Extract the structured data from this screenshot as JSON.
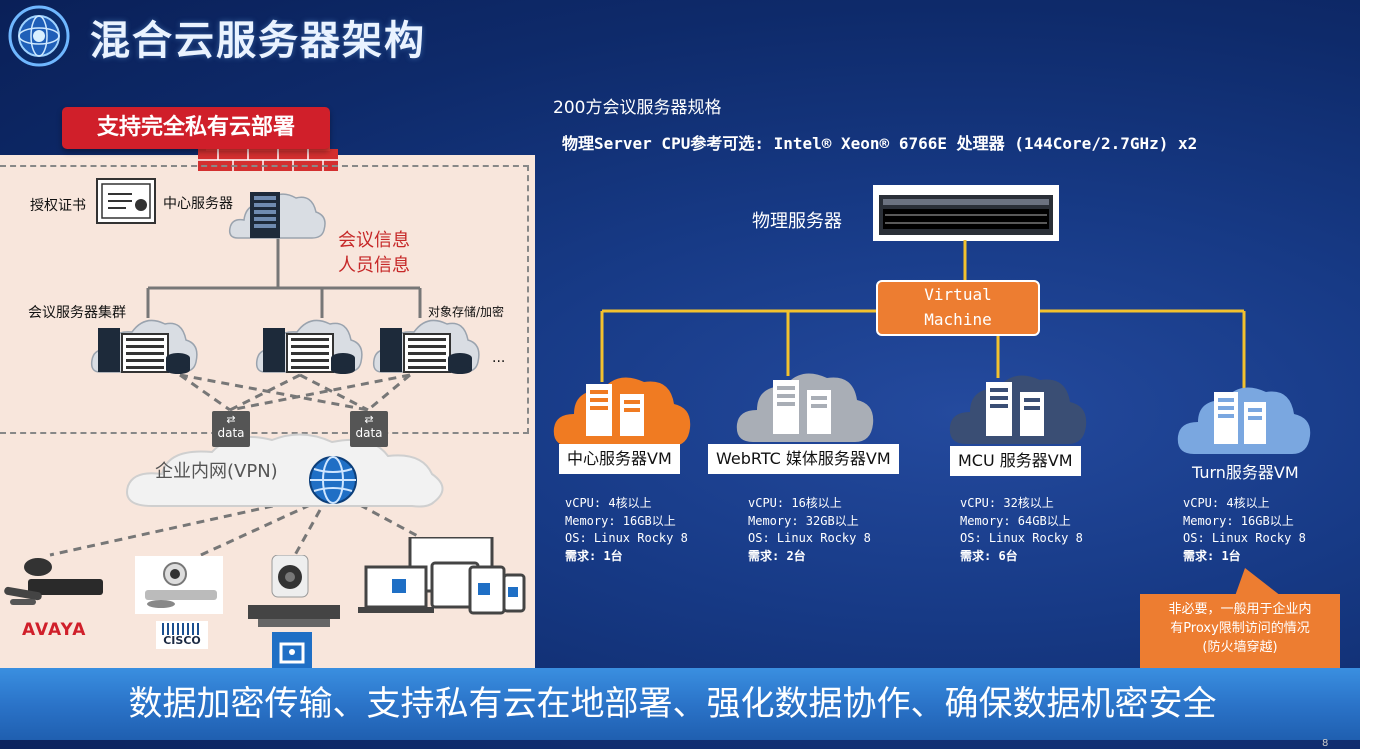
{
  "header": {
    "title": "混合云服务器架构"
  },
  "left": {
    "badge": "支持完全私有云部署",
    "license": "授权证书",
    "central_server": "中心服务器",
    "info_line1": "会议信息",
    "info_line2": "人员信息",
    "cluster": "会议服务器集群",
    "storage": "对象存储/加密",
    "ellipsis": "...",
    "data_tag": "data",
    "intranet": "企业内网(VPN)",
    "brands": [
      "AVAYA",
      "CISCO"
    ]
  },
  "right": {
    "spec_title": "200方会议服务器规格",
    "cpu_line": "物理Server CPU参考可选: Intel® Xeon® 6766E 处理器 (144Core/2.7GHz) x2",
    "physical_server": "物理服务器",
    "vm_line1": "Virtual",
    "vm_line2": "Machine",
    "vms": [
      {
        "name": "中心服务器VM",
        "cpu": "vCPU: 4核以上",
        "mem": "Memory: 16GB以上",
        "os": "OS: Linux Rocky 8",
        "need": "需求: 1台",
        "cloud_color": "#f07b22"
      },
      {
        "name": "WebRTC 媒体服务器VM",
        "cpu": "vCPU: 16核以上",
        "mem": "Memory: 32GB以上",
        "os": "OS: Linux Rocky 8",
        "need": "需求: 2台",
        "cloud_color": "#a9aeb6"
      },
      {
        "name": "MCU 服务器VM",
        "cpu": "vCPU: 32核以上",
        "mem": "Memory: 64GB以上",
        "os": "OS: Linux Rocky 8",
        "need": "需求: 6台",
        "cloud_color": "#3a4e74"
      },
      {
        "name": "Turn服务器VM",
        "cpu": "vCPU: 4核以上",
        "mem": "Memory: 16GB以上",
        "os": "OS: Linux Rocky 8",
        "need": "需求: 1台",
        "cloud_color": "#7aa7e0"
      }
    ],
    "note_line1": "非必要，一般用于企业内",
    "note_line2": "有Proxy限制访问的情况",
    "note_line3": "(防火墙穿越)"
  },
  "footer": {
    "banner": "数据加密传输、支持私有云在地部署、强化数据协作、确保数据机密安全",
    "page": "8"
  },
  "colors": {
    "accent_orange": "#ed7d31",
    "line_yellow": "#f2c12e",
    "badge_red": "#d01f2a"
  }
}
